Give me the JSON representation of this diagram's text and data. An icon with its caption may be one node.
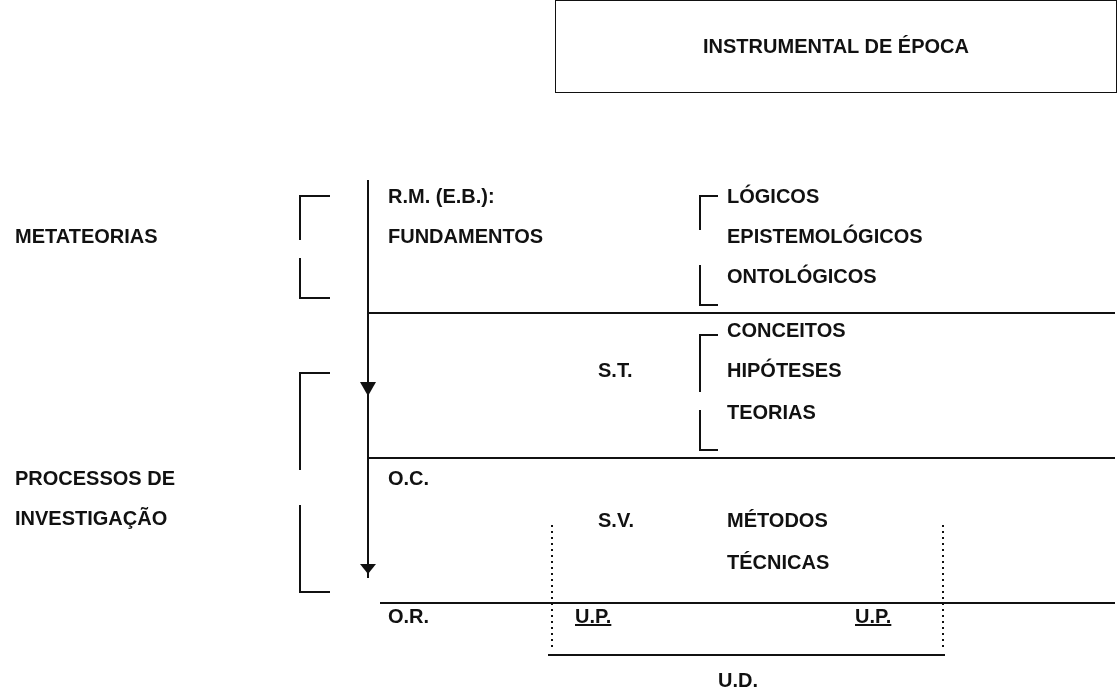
{
  "diagram": {
    "nodes": [
      {
        "text": [
          "INSTRUMENTAL DE ÉPOCA"
        ]
      }
    ],
    "labels": [
      "R.M. (E.B.): FUNDAMENTOS",
      "LÓGICOS",
      "METATEORIAS",
      "EPISTEMOLÓGICOS",
      "ONTOLÓGICOS",
      "CONCEITOS",
      "S.T.",
      "HIPÓTESES",
      "TEORIAS",
      "PROCESSOS DE INVESTIGAÇÃO",
      "O.C.",
      "S.V.",
      "MÉTODOS",
      "TÉCNICAS",
      "O.R.",
      "U.P.",
      "U.P.",
      "U.D."
    ]
  }
}
